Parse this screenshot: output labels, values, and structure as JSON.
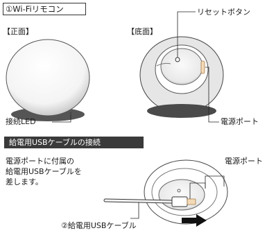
{
  "section_title": "①Wi-Fiリモコン",
  "front_label": "【正面】",
  "bottom_label": "【底面】",
  "reset_button_label": "リセットボタン",
  "power_port_label": "電源ポート",
  "connect_led_label": "接続LED",
  "cable_section_title": "給電用USBケーブルの接続",
  "cable_power_port_label": "電源ポート",
  "instruction_lines": [
    "電源ポートに付属の",
    "給電用USBケーブルを",
    "差します。"
  ],
  "cable_label": "②給電用USBケーブル",
  "colors": {
    "bar_bg": "#3a3a3a",
    "device_shadow": "#c8c8c8",
    "arrow": "#111111"
  }
}
